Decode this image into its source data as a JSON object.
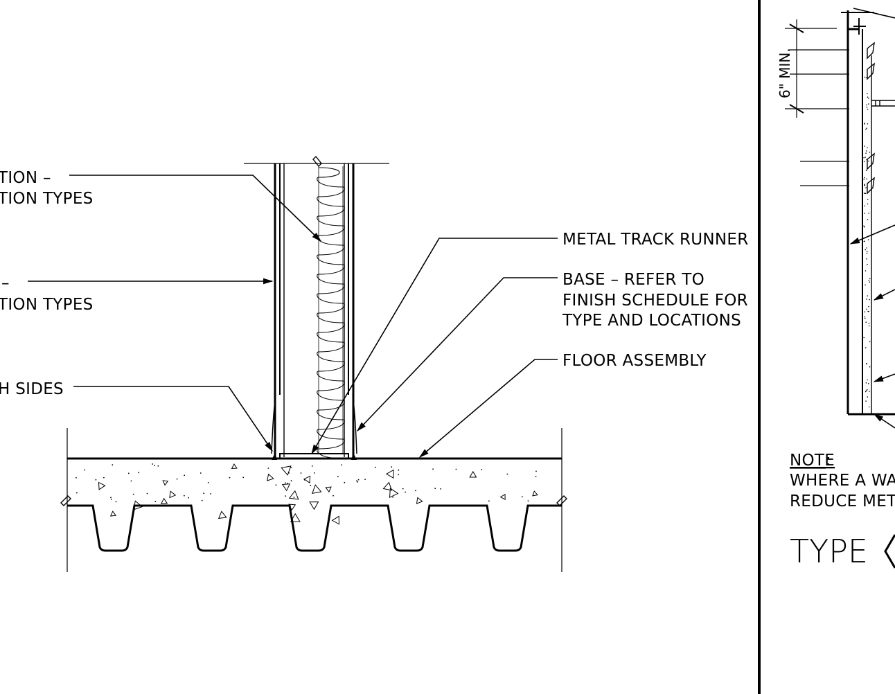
{
  "left_detail": {
    "labels": {
      "insulation_l1": "TION –",
      "insulation_l2": "TION TYPES",
      "board_l1": "–",
      "board_l2": "TION TYPES",
      "sealant": "H SIDES",
      "track": "METAL TRACK RUNNER",
      "base_l1": "BASE – REFER TO",
      "base_l2": "FINISH SCHEDULE FOR",
      "base_l3": "TYPE AND LOCATIONS",
      "floor": "FLOOR ASSEMBLY"
    }
  },
  "right_detail": {
    "dimension": "6\" MIN.",
    "note_heading": "NOTE",
    "note_colon": ":",
    "note_l1": "WHERE A WAL",
    "note_l2": "REDUCE META",
    "type_label": "TYPE"
  }
}
